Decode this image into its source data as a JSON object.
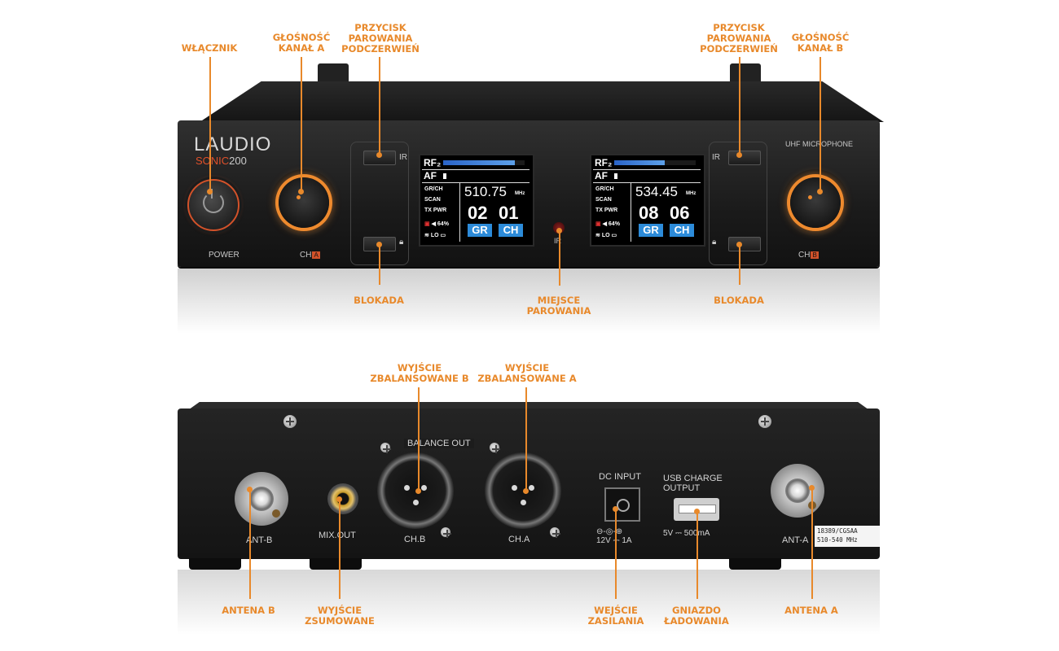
{
  "callouts": {
    "wlacznik": "WŁĄCZNIK",
    "glosnosc_a": "GŁOŚNOŚĆ\nKANAŁ A",
    "ir_left": "PRZYCISK\nPAROWANIA\nPODCZERWIEŃ",
    "ir_right": "PRZYCISK\nPAROWANIA\nPODCZERWIEŃ",
    "glosnosc_b": "GŁOŚNOŚĆ\nKANAŁ B",
    "blokada_left": "BLOKADA",
    "miejsce": "MIEJSCE\nPAROWANIA",
    "blokada_right": "BLOKADA",
    "wyjscie_b": "WYJŚCIE\nZBALANSOWANE B",
    "wyjscie_a": "WYJŚCIE\nZBALANSOWANE A",
    "antena_b": "ANTENA B",
    "wyjscie_zsum": "WYJŚCIE\nZSUMOWANE",
    "wejscie_zas": "WEJŚCIE\nZASILANIA",
    "gniazdo": "GNIAZDO\nŁADOWANIA",
    "antena_a": "ANTENA A"
  },
  "front": {
    "brand": "LAUDIO",
    "model_prefix": "SONIC",
    "model_number": "200",
    "power_label": "POWER",
    "ch_a_label": "CH",
    "ch_a_badge": "A",
    "ch_b_label": "CH",
    "ch_b_badge": "B",
    "uhf_label": "UHF MICROPHONE",
    "ir_label_left": "IR",
    "ir_label_right": "IR",
    "ir_center": "IR",
    "screen_a": {
      "rf": "RF₂",
      "af": "AF",
      "rf_level": 0.88,
      "gr_ch": "GR/CH",
      "scan": "SCAN",
      "tx_pwr": "TX PWR",
      "freq": "510.75",
      "unit": "MHz",
      "group": "02",
      "channel": "01",
      "gr": "GR",
      "ch": "CH",
      "battery": "64%",
      "lo": "LO"
    },
    "screen_b": {
      "rf": "RF₂",
      "af": "AF",
      "rf_level": 0.62,
      "gr_ch": "GR/CH",
      "scan": "SCAN",
      "tx_pwr": "TX PWR",
      "freq": "534.45",
      "unit": "MHz",
      "group": "08",
      "channel": "06",
      "gr": "GR",
      "ch": "CH",
      "battery": "64%",
      "lo": "LO"
    }
  },
  "back": {
    "balance_out": "BALANCE OUT",
    "ant_b": "ANT-B",
    "mix_out": "MIX.OUT",
    "ch_b": "CH.B",
    "ch_a": "CH.A",
    "dc_input": "DC INPUT",
    "dc_spec_v": "12V",
    "dc_spec_a": "1A",
    "usb_line1": "USB CHARGE",
    "usb_line2": "OUTPUT",
    "usb_spec_v": "5V",
    "usb_spec_a": "500mA",
    "ant_a": "ANT-A",
    "sticker_line1": "18389/CGSAA",
    "sticker_line2": "510-540 MHz"
  }
}
